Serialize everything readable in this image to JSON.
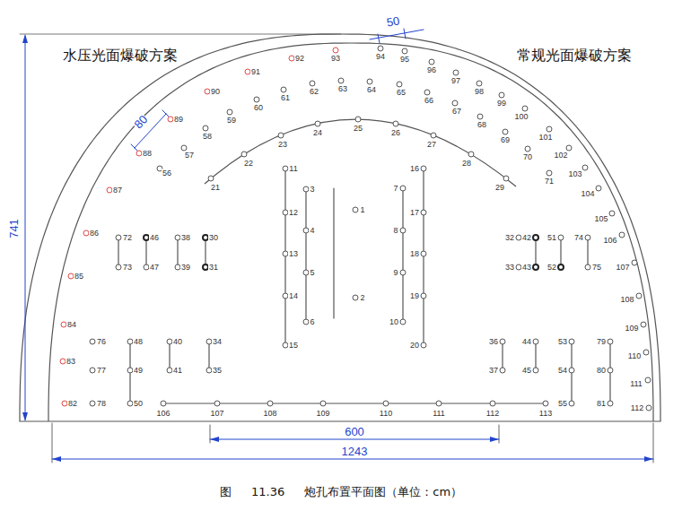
{
  "diagram": {
    "caption": "图 11.36 炮孔布置平面图（单位：cm）",
    "labels": [
      "水压光面爆破方案",
      "常规光面爆破方案",
      "50",
      "80",
      "741",
      "600",
      "1243",
      "1",
      "2",
      "3",
      "4",
      "5",
      "6",
      "7",
      "8",
      "9",
      "10",
      "11",
      "12",
      "13",
      "14",
      "15",
      "16",
      "17",
      "18",
      "19",
      "20",
      "21",
      "22",
      "23",
      "24",
      "25",
      "26",
      "27",
      "28",
      "29",
      "30",
      "31",
      "32",
      "33",
      "34",
      "35",
      "36",
      "37",
      "38",
      "39",
      "40",
      "41",
      "42",
      "43",
      "44",
      "45",
      "46",
      "47",
      "48",
      "49",
      "50",
      "51",
      "52",
      "53",
      "54",
      "55",
      "56",
      "57",
      "58",
      "59",
      "60",
      "61",
      "62",
      "63",
      "64",
      "65",
      "66",
      "67",
      "68",
      "69",
      "70",
      "71",
      "72",
      "73",
      "74",
      "75",
      "76",
      "77",
      "78",
      "79",
      "80",
      "81",
      "82",
      "83",
      "84",
      "85",
      "86",
      "87",
      "88",
      "89",
      "90",
      "91",
      "92",
      "93",
      "94",
      "95",
      "96",
      "97",
      "98",
      "99",
      "100",
      "101",
      "102",
      "103",
      "104",
      "105",
      "106",
      "107",
      "108",
      "109",
      "110",
      "111",
      "112",
      "106",
      "107",
      "108",
      "109",
      "110",
      "111",
      "112",
      "113"
    ]
  }
}
